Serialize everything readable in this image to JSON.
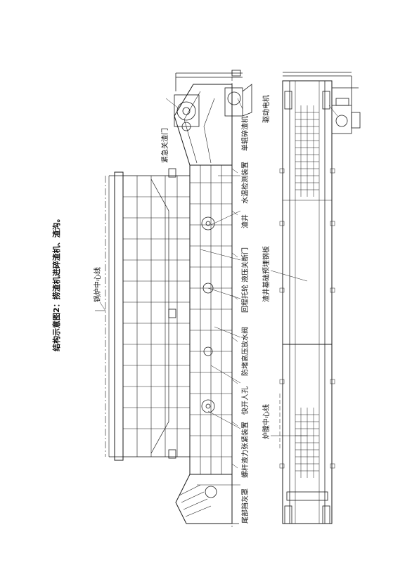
{
  "title": "结构示意图2：捞渣机进碎渣机、渣沟。",
  "side_view_labels": {
    "furnace_center": "锅炉中心线",
    "emergency_gate": "紧急关渣门",
    "single_roll_crusher": "单辊碎渣机",
    "water_temp_device": "水温检测装置",
    "slag_well": "渣井",
    "hydraulic_gate": "液压关断门",
    "return_roller": "回程托轮",
    "anti_block_valve": "防堵高压放水阀",
    "manhole": "快开人孔",
    "tensioner": "螺杆液力张紧装置",
    "tail_baffle": "尾部挡灰罩"
  },
  "top_view_labels": {
    "drive_motor": "驱动电机",
    "slag_well_plate": "渣井基础预埋钢板",
    "boiler_center": "炉膛中心线"
  },
  "colors": {
    "line": "#1a1a1a",
    "background": "#ffffff"
  }
}
